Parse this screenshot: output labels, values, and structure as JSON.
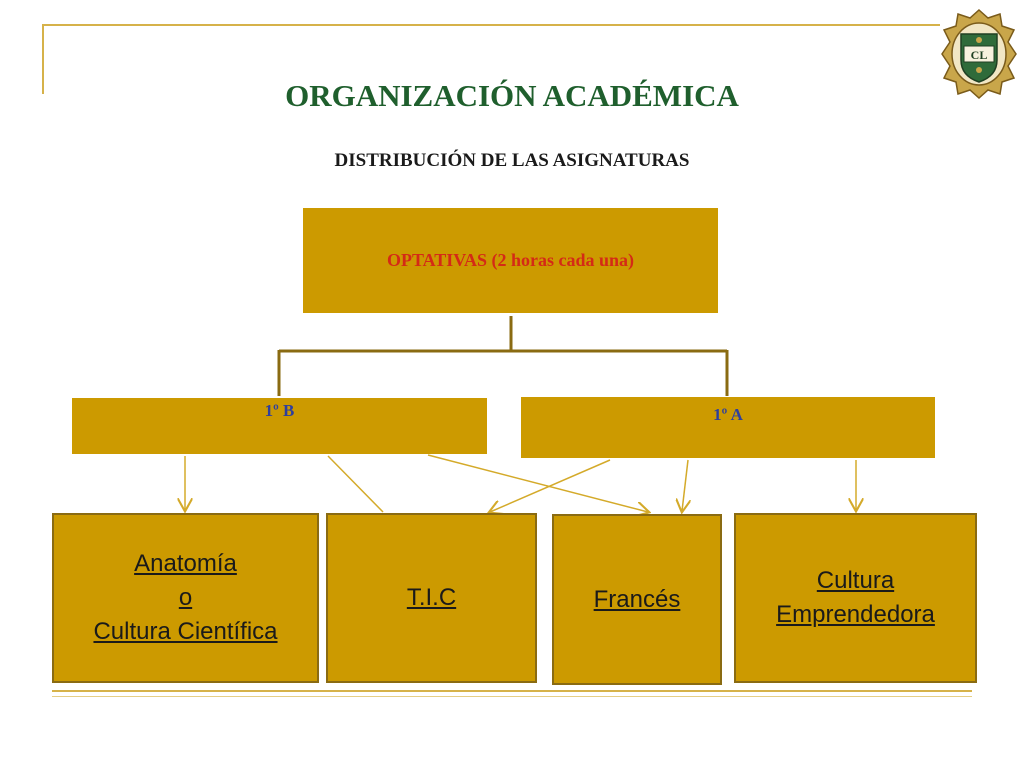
{
  "slide": {
    "title": "ORGANIZACIÓN ACADÉMICA",
    "subtitle": "DISTRIBUCIÓN DE LAS ASIGNATURAS"
  },
  "diagram": {
    "root": {
      "label": "OPTATIVAS (2 horas cada una)"
    },
    "groups": [
      {
        "label": "1º B"
      },
      {
        "label": "1º A"
      }
    ],
    "subjects": [
      {
        "lines": [
          "Anatomía",
          "o",
          "Cultura Científica"
        ]
      },
      {
        "lines": [
          "T.I.C"
        ]
      },
      {
        "lines": [
          "Francés"
        ]
      },
      {
        "lines": [
          "Cultura",
          "Emprendedora"
        ]
      }
    ],
    "edges": [
      {
        "from": "1º B",
        "to": "Anatomía o Cultura Científica"
      },
      {
        "from": "1º B",
        "to": "T.I.C"
      },
      {
        "from": "1º B",
        "to": "Francés"
      },
      {
        "from": "1º A",
        "to": "T.I.C"
      },
      {
        "from": "1º A",
        "to": "Francés"
      },
      {
        "from": "1º A",
        "to": "Cultura Emprendedora"
      }
    ]
  },
  "logo": {
    "text": "CL"
  },
  "colors": {
    "box_fill": "#cc9a00",
    "title": "#1f5f2d",
    "root_text": "#d42a16",
    "group_text": "#2e3f9e",
    "connector": "#8a6b12",
    "arrow": "#d4aa2a"
  }
}
